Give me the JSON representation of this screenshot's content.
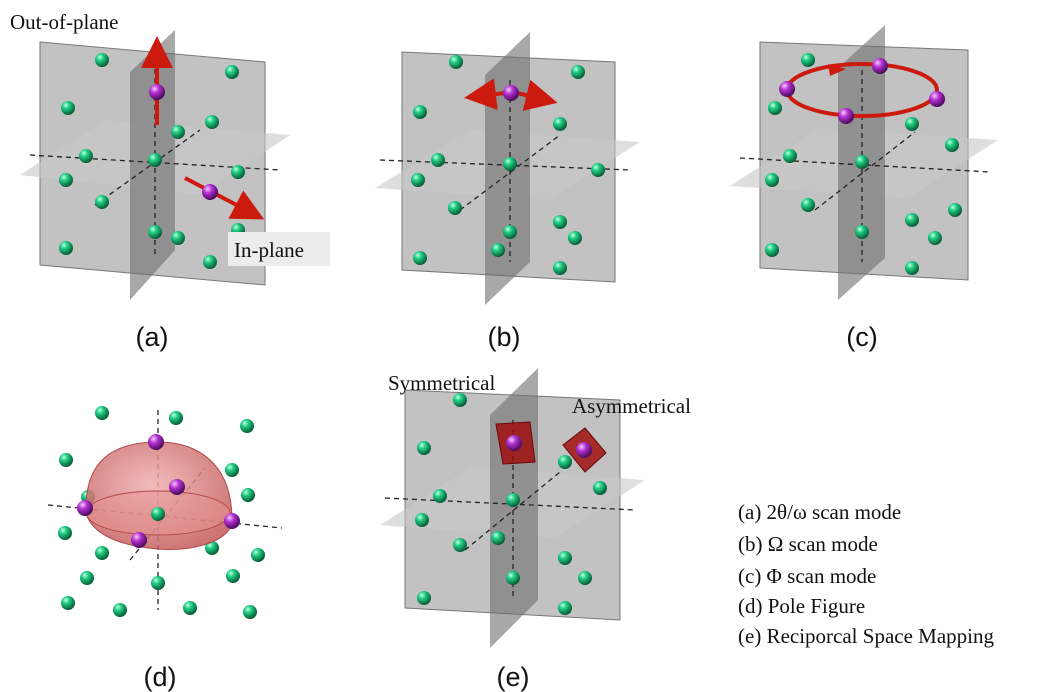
{
  "annotations": {
    "out_of_plane": "Out-of-plane",
    "in_plane": "In-plane",
    "symmetrical": "Symmetrical",
    "asymmetrical": "Asymmetrical"
  },
  "panels": [
    {
      "label": "(a)",
      "mode": "two-theta-omega"
    },
    {
      "label": "(b)",
      "mode": "omega"
    },
    {
      "label": "(c)",
      "mode": "phi"
    },
    {
      "label": "(d)",
      "mode": "pole-figure"
    },
    {
      "label": "(e)",
      "mode": "reciprocal-space-mapping"
    }
  ],
  "legend": [
    "(a) 2θ/ω scan mode",
    "(b) Ω scan mode",
    "(c) Φ scan mode",
    "(d) Pole Figure",
    "(e) Reciporcal Space Mapping"
  ],
  "colors": {
    "atom": "#19c27a",
    "highlight_atom": "#b22fd0",
    "arrow": "#cc1a0f",
    "plane": "#8f8f8f",
    "hemisphere": "#d87272"
  }
}
